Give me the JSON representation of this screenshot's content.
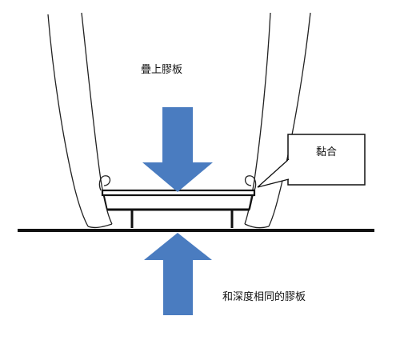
{
  "labels": {
    "top": "疊上膠板",
    "callout": "黏合",
    "bottom": "和深度相同的膠板"
  },
  "colors": {
    "arrow": "#4a7cc0",
    "line": "#111111",
    "background": "#ffffff"
  }
}
